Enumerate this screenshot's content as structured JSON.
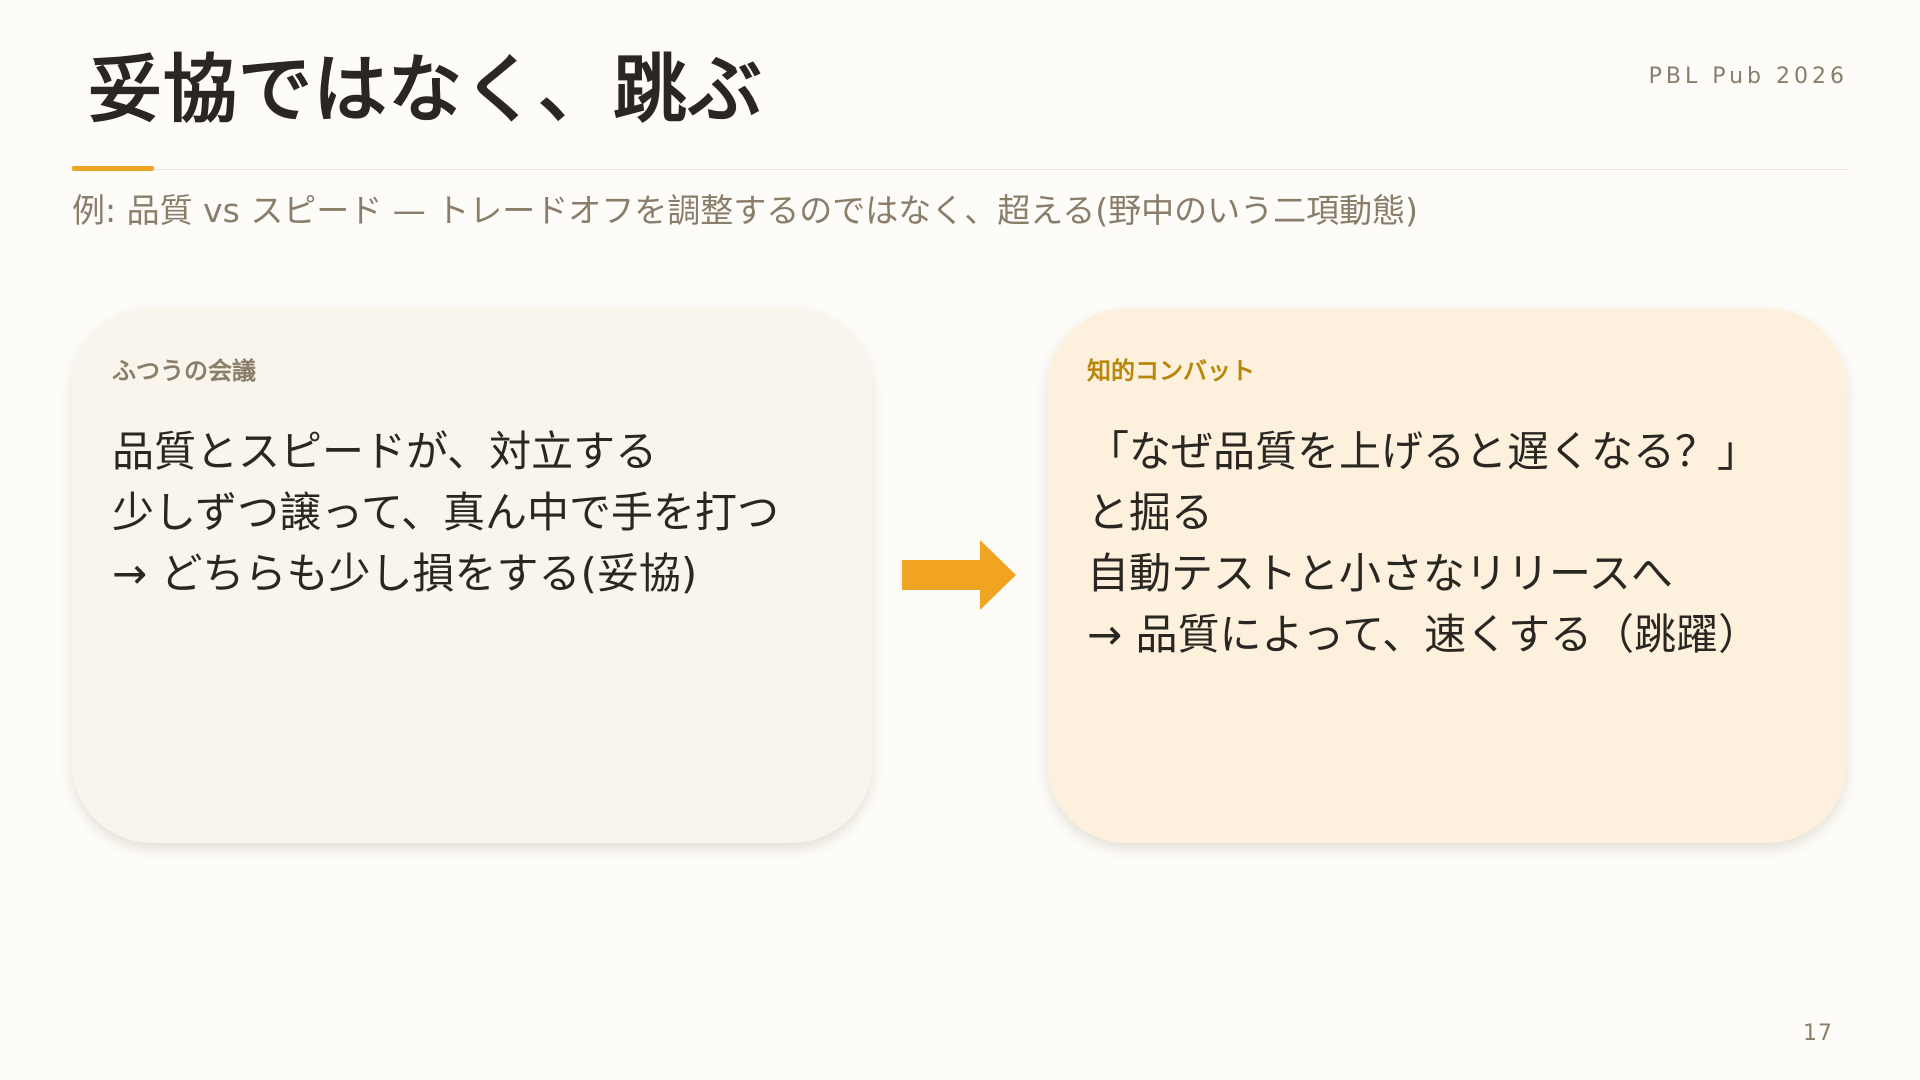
{
  "header": {
    "title": "妥協ではなく、跳ぶ",
    "brand": "PBL Pub 2026"
  },
  "subtitle": "例: 品質 vs スピード — トレードオフを調整するのではなく、超える(野中のいう二項動態)",
  "left_card": {
    "label": "ふつうの会議",
    "lines": [
      "品質とスピードが、対立する",
      "少しずつ譲って、真ん中で手を打つ",
      "→ どちらも少し損をする(妥協)"
    ]
  },
  "right_card": {
    "label": "知的コンバット",
    "lines": [
      "「なぜ品質を上げると遅くなる？」",
      "と掘る",
      "自動テストと小さなリリースへ",
      "→ 品質によって、速くする（跳躍）"
    ]
  },
  "arrow_icon": "arrow-right-icon",
  "colors": {
    "accent": "#f0a421",
    "right_label": "#b8860b",
    "muted": "#8a7d6a"
  },
  "footer": {
    "page_number": "17"
  }
}
